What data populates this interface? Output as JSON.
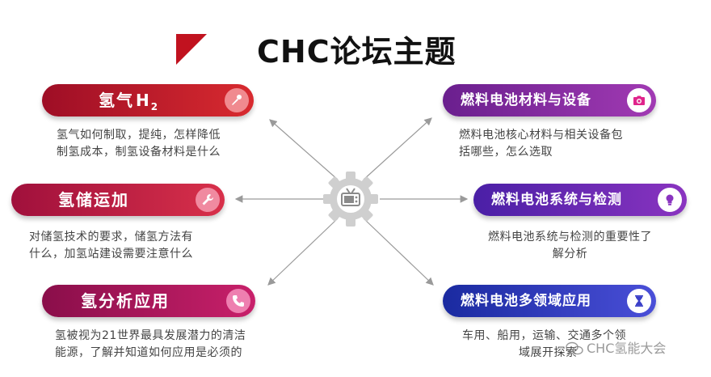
{
  "title": "CHC论坛主题",
  "topics": {
    "hydrogen": {
      "label": "氢气",
      "formula": "H",
      "subscript": "2",
      "lines": [
        "氢气如何制取，提纯，怎样降低",
        "制氢成本，制氢设备材料是什么"
      ],
      "icon": "microphone-icon"
    },
    "storage": {
      "label": "氢储运加",
      "lines": [
        "对储氢技术的要求，储氢方法有",
        "什么，加氢站建设需要注意什么"
      ],
      "icon": "wrench-icon"
    },
    "analysis": {
      "label": "氢分析应用",
      "lines": [
        "氢被视为21世界最具发展潜力的清洁",
        "能源，了解并知道如何应用是必须的"
      ],
      "icon": "phone-icon"
    },
    "materials": {
      "label": "燃料电池材料与设备",
      "lines": [
        "燃料电池核心材料与相关设备包",
        "括哪些，怎么选取"
      ],
      "icon": "camera-icon"
    },
    "systems": {
      "label": "燃料电池系统与检测",
      "lines": [
        "燃料电池系统与检测的重要性了",
        "解分析"
      ],
      "icon": "lightbulb-icon"
    },
    "applications": {
      "label": "燃料电池多领域应用",
      "lines": [
        "车用、船用，运输、交通多个领",
        "域展开探索"
      ],
      "icon": "hourglass-icon"
    }
  },
  "watermark": "CHC氢能大会",
  "colors": {
    "red_start": "#9e0e26",
    "red_end": "#d82a2f",
    "crimson_start": "#a0103c",
    "crimson_end": "#d8304a",
    "magenta_start": "#8a0e4a",
    "magenta_end": "#c8206a",
    "purple_start": "#6a1f8e",
    "purple_end": "#a13ab3",
    "violet_start": "#4a1fa6",
    "violet_end": "#8a34c0",
    "blue_start": "#1a2aa0",
    "blue_end": "#4a4fd8",
    "connector": "#9a9a9a",
    "hub": "#cfcfcf"
  }
}
